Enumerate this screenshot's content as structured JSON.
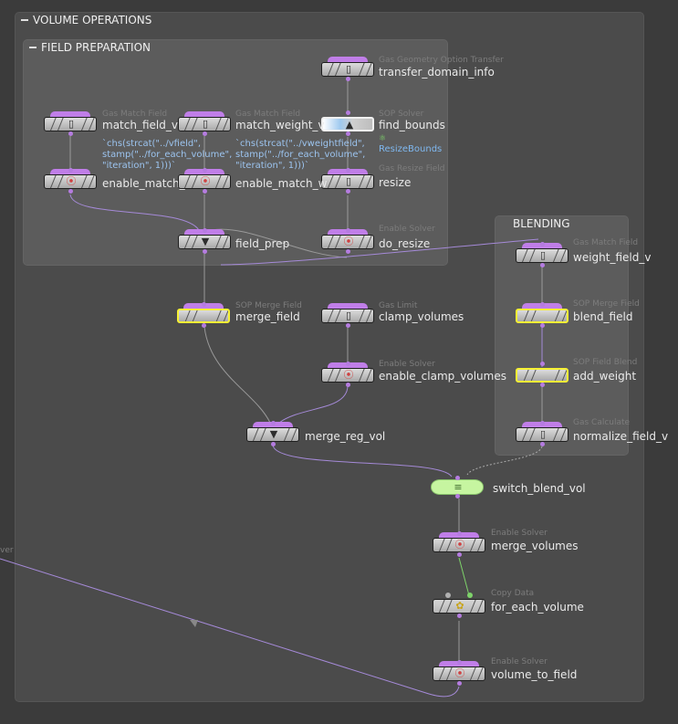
{
  "network_boxes": {
    "volume_operations": "VOLUME OPERATIONS",
    "field_preparation": "FIELD PREPARATION",
    "blending": "BLENDING"
  },
  "nodes": {
    "transfer_domain_info": {
      "label": "transfer_domain_info",
      "type": "Gas Geometry Option Transfer",
      "icon": "bottle-icon"
    },
    "find_bounds": {
      "label": "find_bounds",
      "type": "SOP Solver",
      "icon": "sop-solver-icon",
      "child_link": "ResizeBounds"
    },
    "resize": {
      "label": "resize",
      "type": "Gas Resize Field",
      "icon": "bottle-icon"
    },
    "do_resize": {
      "label": "do_resize",
      "type": "Enable Solver",
      "icon": "enable-solver-icon"
    },
    "match_field_v": {
      "label": "match_field_v",
      "type": "Gas Match Field",
      "icon": "bottle-icon"
    },
    "match_weight_v": {
      "label": "match_weight_v",
      "type": "Gas Match Field",
      "icon": "bottle-icon"
    },
    "enable_match_f": {
      "label": "enable_match_",
      "type": "Enable Solver",
      "icon": "enable-solver-icon"
    },
    "enable_match_w": {
      "label": "enable_match_w",
      "type": "Enable Solver",
      "icon": "enable-solver-icon"
    },
    "field_prep": {
      "label": "field_prep",
      "type": "Merge",
      "icon": "merge-funnel-icon"
    },
    "merge_field": {
      "label": "merge_field",
      "type": "SOP Merge Field",
      "icon": "none"
    },
    "clamp_volumes": {
      "label": "clamp_volumes",
      "type": "Gas Limit",
      "icon": "bottle-icon"
    },
    "enable_clamp_volumes": {
      "label": "enable_clamp_volumes",
      "type": "Enable Solver",
      "icon": "enable-solver-icon"
    },
    "merge_reg_vol": {
      "label": "merge_reg_vol",
      "type": "Merge",
      "icon": "merge-funnel-icon"
    },
    "weight_field_v": {
      "label": "weight_field_v",
      "type": "Gas Match Field",
      "icon": "bottle-icon"
    },
    "blend_field": {
      "label": "blend_field",
      "type": "SOP Merge Field",
      "icon": "none"
    },
    "add_weight": {
      "label": "add_weight",
      "type": "SOP Field Blend",
      "icon": "none"
    },
    "normalize_field_v": {
      "label": "normalize_field_v",
      "type": "Gas Calculate",
      "icon": "bottle-icon"
    },
    "switch_blend_vol": {
      "label": "switch_blend_vol",
      "type": "Switch",
      "icon": "switch-icon"
    },
    "merge_volumes": {
      "label": "merge_volumes",
      "type": "Enable Solver",
      "icon": "enable-solver-icon"
    },
    "for_each_volume": {
      "label": "for_each_volume",
      "type": "Copy Data",
      "icon": "copy-data-icon"
    },
    "volume_to_field": {
      "label": "volume_to_field",
      "type": "Enable Solver",
      "icon": "enable-solver-icon"
    }
  },
  "expressions": {
    "match_field": "`chs(strcat(\"../vfield\",\nstamp(\"../for_each_volume\",\n\"iteration\", 1)))`",
    "match_weight": "`chs(strcat(\"../vweightfield\",\nstamp(\"../for_each_volume\",\n\"iteration\", 1)))`"
  },
  "offscreen_label": "ver",
  "colors": {
    "network_box_outer": "#4b4b4b",
    "network_box_inner": "#5c5c5c",
    "node_flag": "#c07ee8",
    "selected_outline": "#f6f135",
    "switch_node": "#c6f5a0",
    "wire": "#9f9f9f",
    "input_wire_purple": "#a58ad8",
    "expression_text": "#9cc4ef"
  }
}
